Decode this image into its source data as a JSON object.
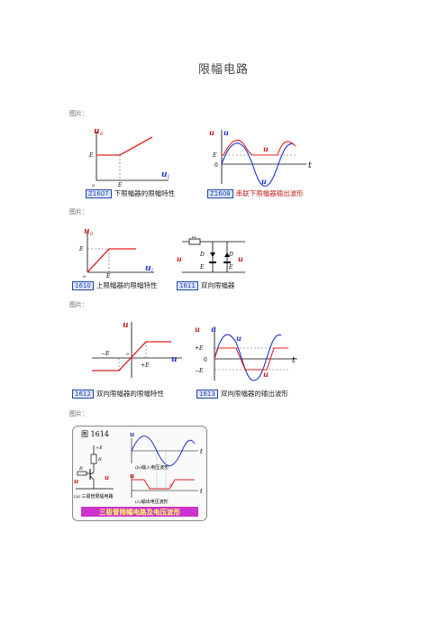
{
  "page": {
    "title": "限幅电路"
  },
  "sections": [
    {
      "label": "图片："
    },
    {
      "label": "图片："
    },
    {
      "label": "图片："
    },
    {
      "label": "图片："
    }
  ],
  "figures": {
    "f1607": {
      "num": "Z1607",
      "caption": "下限幅器的限幅特性",
      "labels": {
        "uo": "u",
        "uo_sub": "o",
        "ui": "u",
        "ui_sub": "i",
        "E_y": "E",
        "E_x": "E",
        "o": "o"
      }
    },
    "f1608": {
      "num": "Z1608",
      "caption": "串联下限幅器输出波形",
      "labels": {
        "uo": "u",
        "uo_sub": "o",
        "ui": "u",
        "ui_sub": "i",
        "E": "E",
        "zero": "0",
        "t": "t"
      }
    },
    "f1610": {
      "num": "1610",
      "caption": "上限幅器的限幅特性",
      "labels": {
        "uo": "u",
        "uo_sub": "o",
        "ui": "u",
        "ui_sub": "i",
        "E_y": "E",
        "E_x": "E",
        "o": "o"
      }
    },
    "f1611": {
      "num": "1611",
      "caption": "双向限幅器",
      "labels": {
        "R": "R",
        "D1": "D",
        "D2": "D",
        "E1": "E",
        "E2": "E",
        "ui": "u",
        "uo": "u"
      }
    },
    "f1612": {
      "num": "1612",
      "caption": "双向限幅器的限幅特性",
      "labels": {
        "uo": "u",
        "ui": "u",
        "negE2": "−E",
        "posE1": "+E",
        "o": "o"
      }
    },
    "f1613": {
      "num": "1613",
      "caption": "双向限幅器的输出波形",
      "labels": {
        "uo": "u",
        "ui": "u",
        "posE1": "+E",
        "zero": "0",
        "negE2": "−E",
        "t": "t"
      }
    },
    "f1614": {
      "num": "图 1614",
      "banner": "三极管限幅电路及电压波形",
      "sub_a": "(a) 三极管限幅电路",
      "sub_b": "(b)输入电压波形",
      "sub_c": "(c)输出电压波形",
      "labels": {
        "vcc": "+E",
        "rc": "R",
        "rb": "R",
        "ui": "u",
        "uo": "u",
        "t": "t",
        "vces": "U"
      }
    }
  }
}
